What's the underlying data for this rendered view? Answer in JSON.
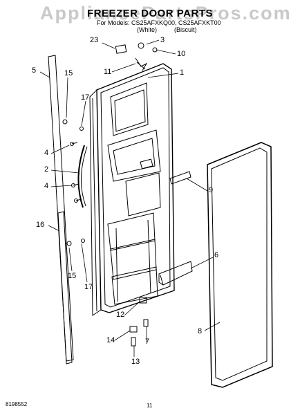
{
  "watermark": "AppliancePartsPros.com",
  "title": "FREEZER DOOR PARTS",
  "subtitle": {
    "models": "For Models: CS25AFXKQ00, CS25AFXKT00",
    "color_a": "(White)",
    "color_b": "(Biscuit)"
  },
  "callouts": {
    "c1": "1",
    "c2": "2",
    "c3": "3",
    "c4a": "4",
    "c4b": "4",
    "c5": "5",
    "c6": "6",
    "c7": "7",
    "c8": "8",
    "c9": "9",
    "c10": "10",
    "c11": "11",
    "c12": "12",
    "c13": "13",
    "c14": "14",
    "c15a": "15",
    "c15b": "15",
    "c16": "16",
    "c17a": "17",
    "c17b": "17",
    "c23": "23"
  },
  "footer": {
    "doc_number": "8198552",
    "page_number": "11"
  }
}
